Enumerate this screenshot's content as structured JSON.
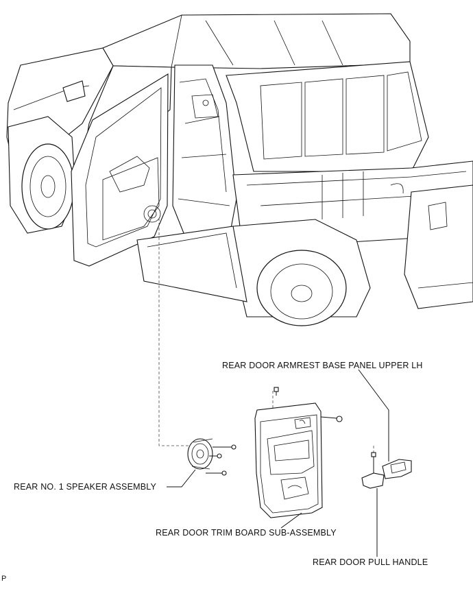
{
  "labels": {
    "armrest": "REAR DOOR ARMREST BASE PANEL UPPER LH",
    "speaker": "REAR NO. 1 SPEAKER ASSEMBLY",
    "trim": "REAR DOOR TRIM BOARD SUB-ASSEMBLY",
    "pull_handle": "REAR DOOR PULL HANDLE",
    "corner_mark": "P"
  },
  "icons": {
    "truck": "pickup-truck-illustration",
    "trim_board": "door-trim-board-illustration",
    "speaker": "speaker-illustration",
    "armrest": "armrest-panel-illustration",
    "handle": "pull-handle-illustration",
    "clip": "clip-icon",
    "screw": "screw-icon"
  }
}
